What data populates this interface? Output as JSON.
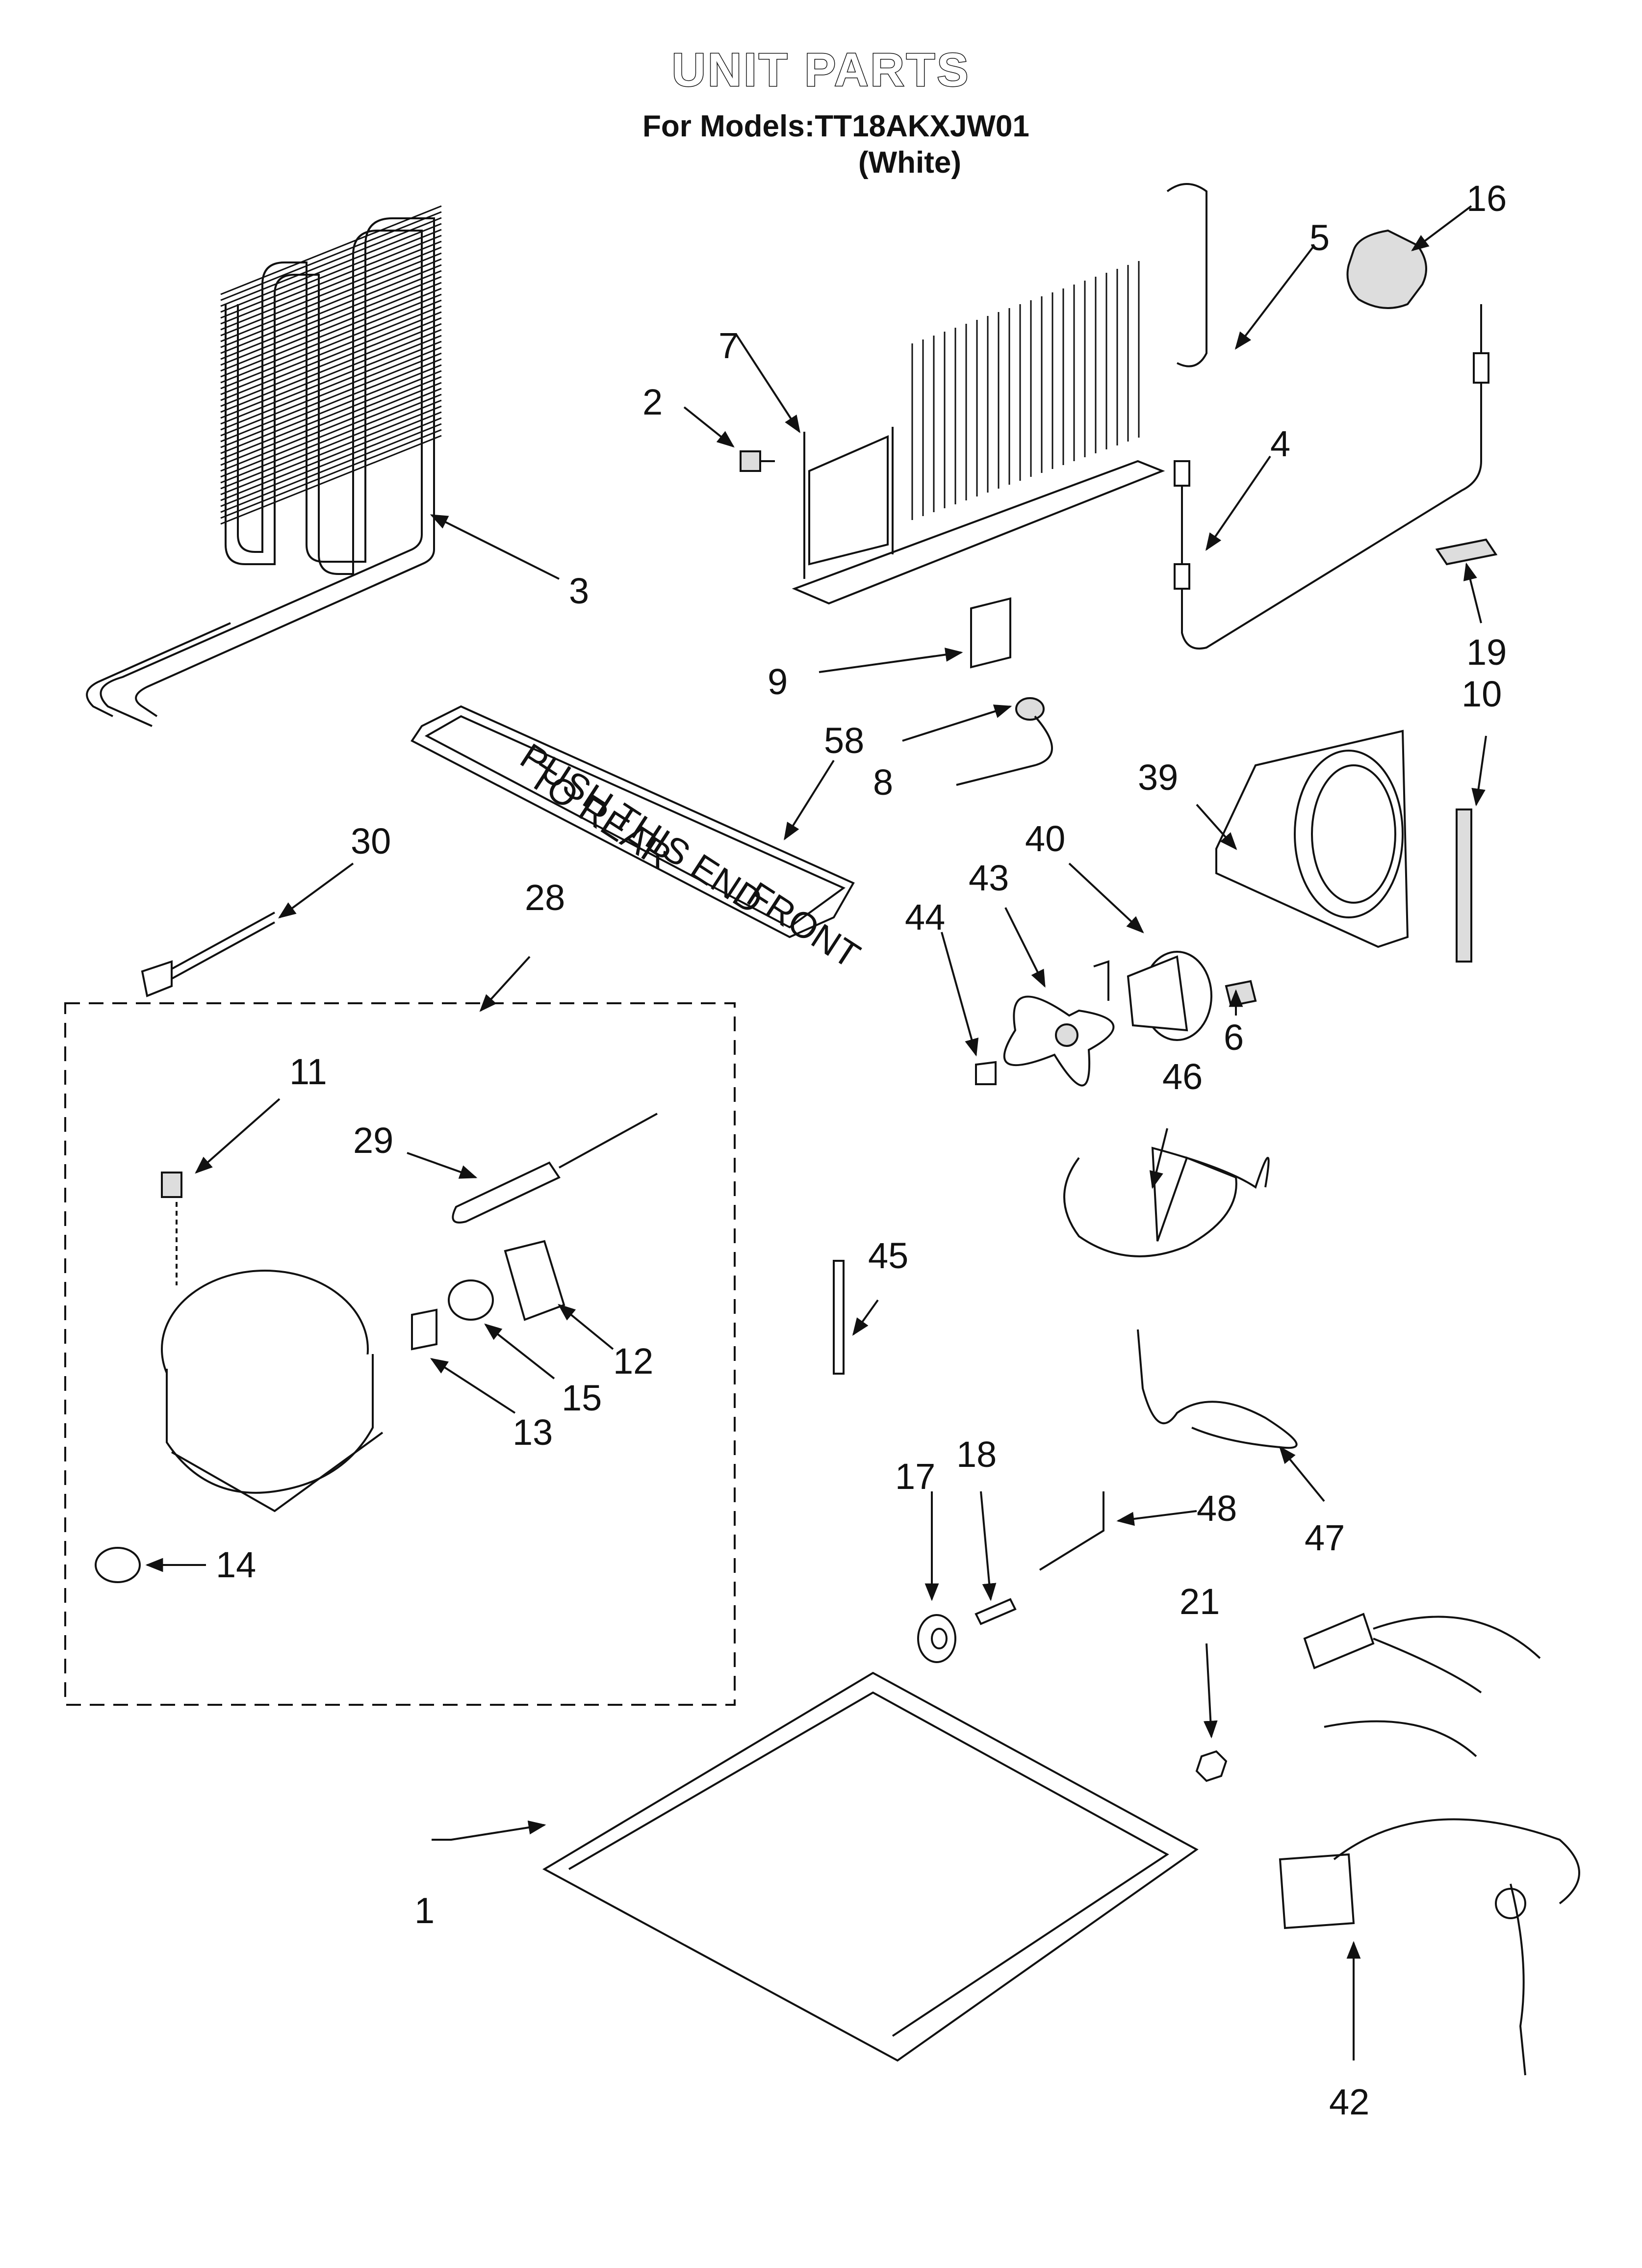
{
  "title": "UNIT PARTS",
  "models_line": "For Models:TT18AKXJW01",
  "color_line": "(White)",
  "tray_text": {
    "push_line1": "PUSH THIS END",
    "push_line2": "TO REAR",
    "front": "FRONT"
  },
  "callouts": [
    {
      "id": "c1",
      "label": "1"
    },
    {
      "id": "c2",
      "label": "2"
    },
    {
      "id": "c3",
      "label": "3"
    },
    {
      "id": "c4",
      "label": "4"
    },
    {
      "id": "c5",
      "label": "5"
    },
    {
      "id": "c6",
      "label": "6"
    },
    {
      "id": "c7",
      "label": "7"
    },
    {
      "id": "c8",
      "label": "8"
    },
    {
      "id": "c9",
      "label": "9"
    },
    {
      "id": "c10",
      "label": "10"
    },
    {
      "id": "c11",
      "label": "11"
    },
    {
      "id": "c12",
      "label": "12"
    },
    {
      "id": "c13",
      "label": "13"
    },
    {
      "id": "c14",
      "label": "14"
    },
    {
      "id": "c15",
      "label": "15"
    },
    {
      "id": "c16",
      "label": "16"
    },
    {
      "id": "c17",
      "label": "17"
    },
    {
      "id": "c18",
      "label": "18"
    },
    {
      "id": "c19",
      "label": "19"
    },
    {
      "id": "c21",
      "label": "21"
    },
    {
      "id": "c28",
      "label": "28"
    },
    {
      "id": "c29",
      "label": "29"
    },
    {
      "id": "c30",
      "label": "30"
    },
    {
      "id": "c39",
      "label": "39"
    },
    {
      "id": "c40",
      "label": "40"
    },
    {
      "id": "c42",
      "label": "42"
    },
    {
      "id": "c43",
      "label": "43"
    },
    {
      "id": "c44",
      "label": "44"
    },
    {
      "id": "c45",
      "label": "45"
    },
    {
      "id": "c46",
      "label": "46"
    },
    {
      "id": "c47",
      "label": "47"
    },
    {
      "id": "c48",
      "label": "48"
    },
    {
      "id": "c58",
      "label": "58"
    }
  ]
}
